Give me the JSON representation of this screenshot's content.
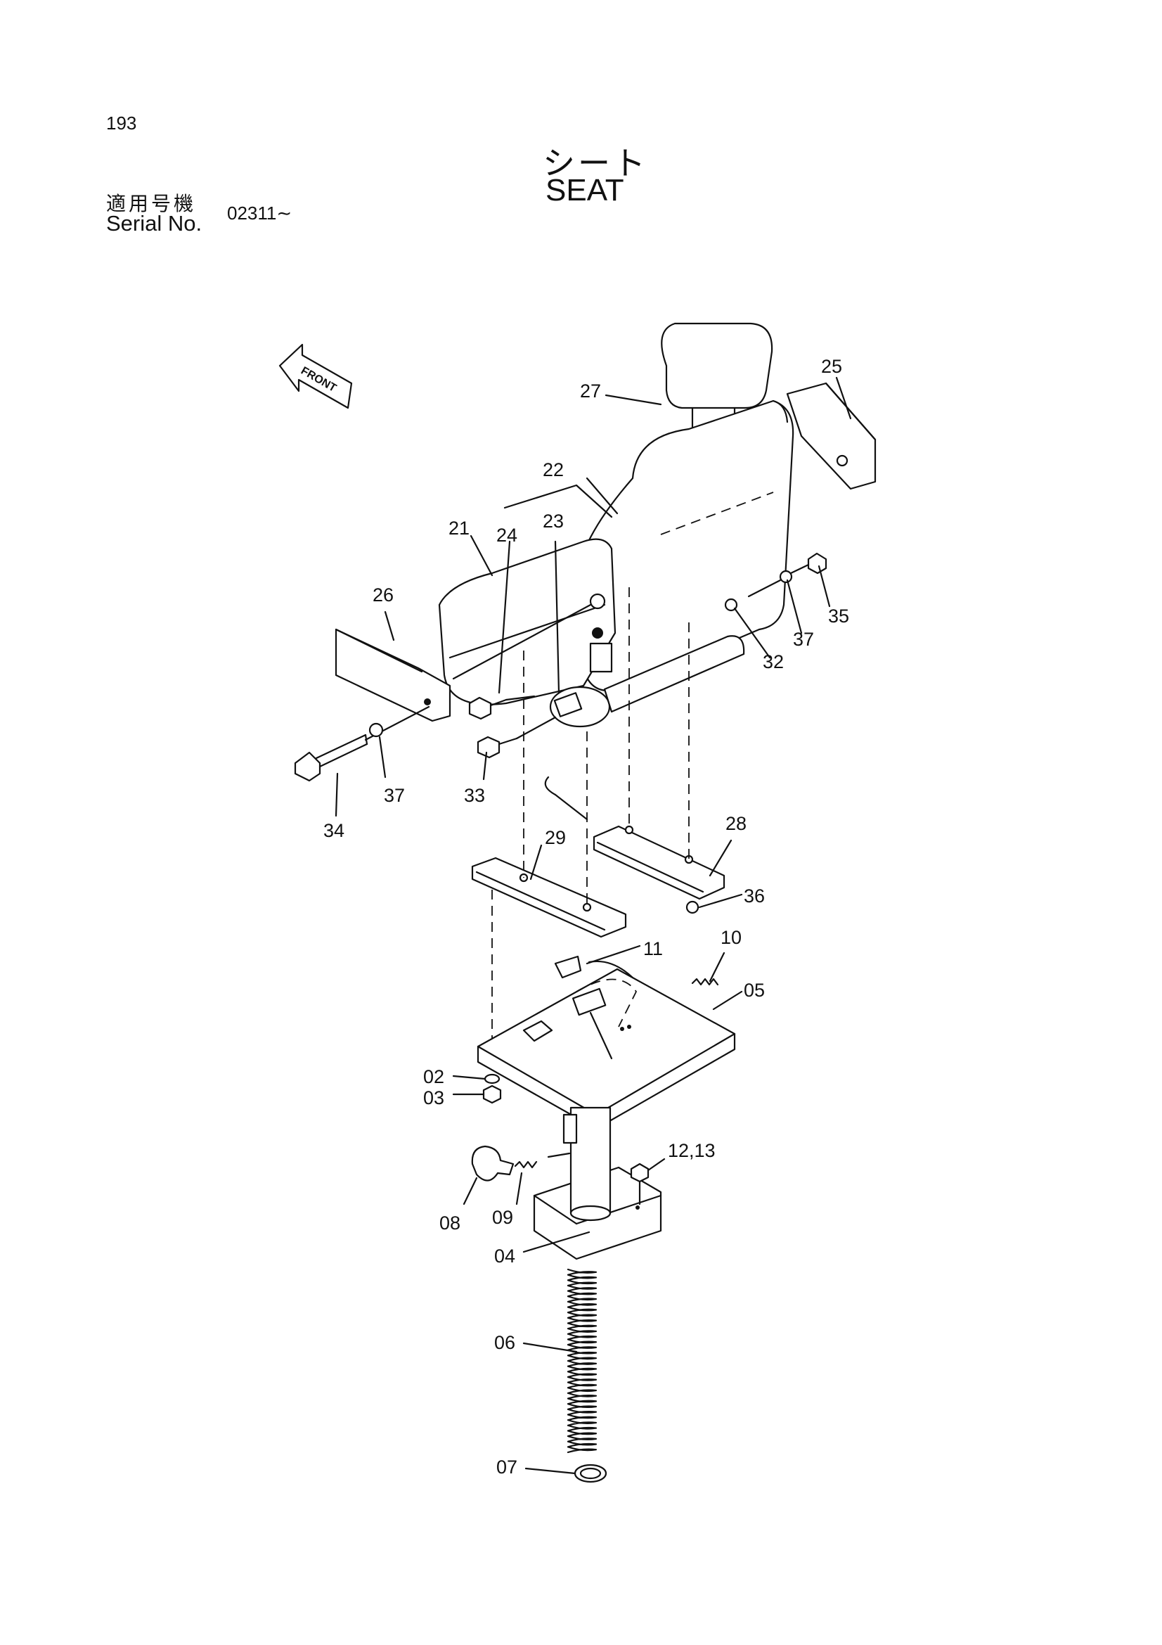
{
  "page": {
    "number": "193",
    "title_jp": "シート",
    "title_en": "SEAT",
    "serial_label_jp": "適用号機",
    "serial_label_en": "Serial No.",
    "serial_value": "02311∼"
  },
  "front_label": "FRONT",
  "part_labels": {
    "p27": "27",
    "p25": "25",
    "p22": "22",
    "p23": "23",
    "p21": "21",
    "p24": "24",
    "p26": "26",
    "p35": "35",
    "p37a": "37",
    "p32": "32",
    "p33": "33",
    "p37b": "37",
    "p34": "34",
    "p28": "28",
    "p29": "29",
    "p36": "36",
    "p11": "11",
    "p10": "10",
    "p05": "05",
    "p02": "02",
    "p03": "03",
    "p12": "12,13",
    "p08": "08",
    "p09": "09",
    "p04": "04",
    "p06": "06",
    "p07": "07"
  }
}
